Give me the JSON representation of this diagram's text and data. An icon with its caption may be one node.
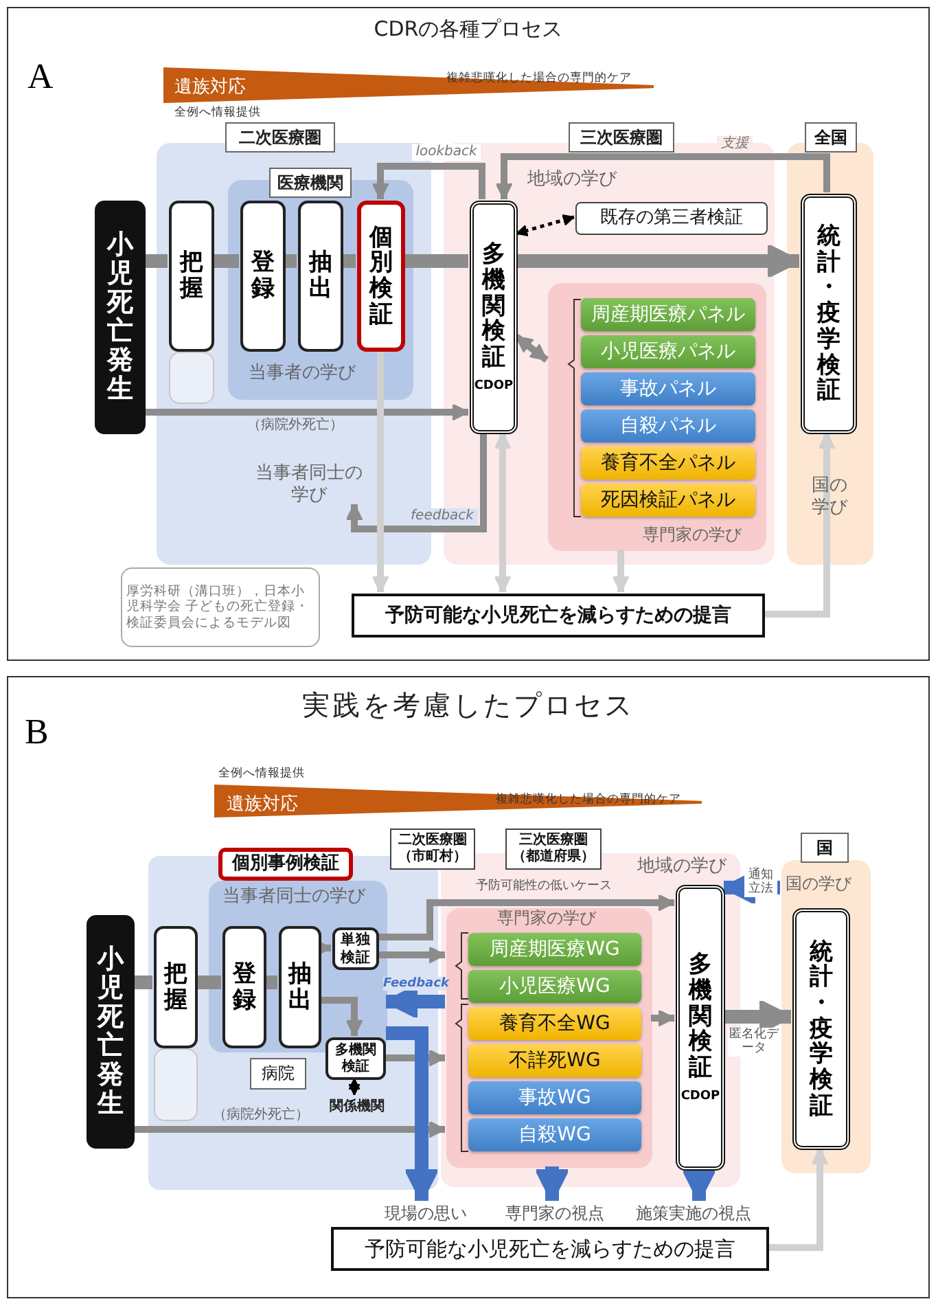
{
  "diagram": {
    "nodes": [
      {
        "text": [
          "CDRの各種プロセス",
          "A"
        ]
      },
      {
        "text": [
          "遺族対応",
          "複雑悲嘆化した場合の専門的ケア"
        ],
        "beside": [
          "全例へ情報提供"
        ],
        "in": 0
      },
      {
        "text": [
          "二次医療圏"
        ],
        "in": 0
      },
      {
        "text": [
          "医療機関",
          "当事者の学び"
        ],
        "in": 2
      },
      {
        "text": [
          "三次医療圏",
          "地域の学び"
        ],
        "in": 0
      },
      {
        "text": [
          "国の学び"
        ],
        "in": 0
      },
      {
        "text": [
          "小児死亡発生"
        ],
        "in": 0
      },
      {
        "text": [
          "把握"
        ],
        "in": 2
      },
      {
        "text": [
          "登録"
        ],
        "in": 3
      },
      {
        "text": [
          "抽出"
        ],
        "in": 3
      },
      {
        "text": [
          "個別検証"
        ],
        "in": 3
      },
      {
        "text": [
          "多機関検証",
          "CDOP"
        ],
        "in": 4
      },
      {
        "text": [
          "既存の第三者検証"
        ],
        "in": 4
      },
      {
        "text": [
          "統計・疫学検証"
        ],
        "in": 5
      },
      {
        "text": [
          "専門家の学び"
        ],
        "in": 4
      },
      {
        "text": [
          "周産期医療パネル"
        ],
        "in": 14
      },
      {
        "text": [
          "小児医療パネル"
        ],
        "in": 14
      },
      {
        "text": [
          "事故パネル"
        ],
        "in": 14
      },
      {
        "text": [
          "自殺パネル"
        ],
        "in": 14
      },
      {
        "text": [
          "養育不全パネル"
        ],
        "in": 14
      },
      {
        "text": [
          "死因検証パネル"
        ],
        "in": 14
      },
      {
        "text": [
          "当事者同士の学び"
        ],
        "in": 2
      },
      {
        "text": [
          "予防可能な小児死亡を減らすための提言"
        ],
        "in": 0
      },
      {
        "text": [
          "厚労科研（溝口班），日本小児科学会 子どもの死亡登録・検証委員会によるモデル図"
        ],
        "in": 0
      },
      {
        "text": [
          "実践を考慮したプロセス",
          "B"
        ]
      },
      {
        "text": [
          "遺族対応",
          "複雑悲嘆化した場合の専門的ケア"
        ],
        "beside": [
          "全例へ情報提供"
        ],
        "in": 24
      },
      {
        "text": [
          "二次医療圏（市町村）"
        ],
        "in": 24
      },
      {
        "text": [
          "三次医療圏（都道府県）"
        ],
        "in": 24
      },
      {
        "text": [
          "個別事例検証"
        ],
        "in": 24
      },
      {
        "text": [],
        "shape": "box",
        "in": 24
      },
      {
        "text": [
          "当事者同士の学び"
        ],
        "in": 29
      },
      {
        "text": [
          "国の学び"
        ],
        "in": 24
      },
      {
        "text": [
          "地域の学び"
        ],
        "in": 24
      },
      {
        "text": [
          "小児死亡発生"
        ],
        "in": 24
      },
      {
        "text": [
          "把握"
        ],
        "in": 29
      },
      {
        "text": [
          "登録"
        ],
        "in": 30
      },
      {
        "text": [
          "抽出"
        ],
        "in": 30
      },
      {
        "text": [
          "単独検証"
        ],
        "in": 30
      },
      {
        "text": [
          "多機関検証"
        ],
        "in": 29
      },
      {
        "text": [
          "病院"
        ],
        "in": 29
      },
      {
        "text": [
          "関係機関"
        ],
        "in": 29
      },
      {
        "text": [
          "専門家の学び"
        ],
        "in": 32
      },
      {
        "text": [
          "周産期医療WG"
        ],
        "in": 41
      },
      {
        "text": [
          "小児医療WG"
        ],
        "in": 41
      },
      {
        "text": [
          "養育不全WG"
        ],
        "in": 41
      },
      {
        "text": [
          "不詳死WG"
        ],
        "in": 41
      },
      {
        "text": [
          "事故WG"
        ],
        "in": 41
      },
      {
        "text": [
          "自殺WG"
        ],
        "in": 41
      },
      {
        "text": [
          "多機関検証",
          "CDOP"
        ],
        "in": 32
      },
      {
        "text": [
          "統計・疫学検証"
        ],
        "in": 31
      },
      {
        "text": [
          "現場の思い"
        ],
        "in": 24
      },
      {
        "text": [
          "専門家の視点"
        ],
        "in": 24
      },
      {
        "text": [
          "施策実施の視点"
        ],
        "in": 24
      },
      {
        "text": [
          "予防可能な小児死亡を減らすための提言"
        ],
        "in": 24
      },
      {
        "text": [
          "全国"
        ],
        "in": 0
      },
      {
        "text": [
          "国"
        ],
        "in": 24
      },
      {
        "text": [],
        "shape": "box",
        "in": 2
      },
      {
        "text": [],
        "shape": "box",
        "in": 29
      }
    ],
    "edges": [
      {
        "from": 6,
        "to": 7,
        "arrow": "none",
        "style": "thick"
      },
      {
        "from": 7,
        "to": 8,
        "arrow": "none",
        "style": "thick"
      },
      {
        "from": 8,
        "to": 9,
        "arrow": "none",
        "style": "thick"
      },
      {
        "from": 9,
        "to": 10,
        "arrow": "none",
        "style": "thick"
      },
      {
        "from": 10,
        "to": 11,
        "arrow": "none",
        "style": "thick"
      },
      {
        "from": 11,
        "to": 13,
        "arrow": "to",
        "style": "thick"
      },
      {
        "from": 6,
        "to": 11,
        "arrow": "to",
        "label": "（病院外死亡）"
      },
      {
        "from": 11,
        "to": 10,
        "arrow": "to",
        "label": "lookback"
      },
      {
        "from": 13,
        "to": 11,
        "arrow": "to",
        "label": "支援"
      },
      {
        "from": 11,
        "to": 12,
        "arrow": "both",
        "style": "dashed",
        "color": "#000000"
      },
      {
        "from": 11,
        "to": 14,
        "arrow": "both"
      },
      {
        "from": 11,
        "to": 21,
        "arrow": "to",
        "label": "feedback"
      },
      {
        "from": 10,
        "to": 22,
        "arrow": "to",
        "color": "#d0d0d0"
      },
      {
        "from": 11,
        "to": 22,
        "arrow": "both",
        "color": "#d0d0d0"
      },
      {
        "from": 14,
        "to": 22,
        "arrow": "to",
        "color": "#d0d0d0"
      },
      {
        "from": 22,
        "to": 13,
        "arrow": "to",
        "color": "#d0d0d0"
      },
      {
        "from": 33,
        "to": 34,
        "arrow": "none",
        "style": "thick"
      },
      {
        "from": 34,
        "to": 35,
        "arrow": "none",
        "style": "thick"
      },
      {
        "from": 35,
        "to": 36,
        "arrow": "none",
        "style": "thick"
      },
      {
        "from": 36,
        "to": 37,
        "arrow": "to"
      },
      {
        "from": 36,
        "to": 38,
        "arrow": "to"
      },
      {
        "from": 37,
        "to": 48,
        "arrow": "to",
        "label": "予防可能性の低いケース"
      },
      {
        "from": 37,
        "to": 41,
        "arrow": "to"
      },
      {
        "from": 38,
        "to": 41,
        "arrow": "to"
      },
      {
        "from": 38,
        "to": 40,
        "arrow": "both",
        "color": "#000000"
      },
      {
        "from": 33,
        "to": 41,
        "arrow": "to",
        "label": "（病院外死亡）"
      },
      {
        "from": 41,
        "to": 48,
        "arrow": "to"
      },
      {
        "from": 48,
        "to": 49,
        "arrow": "to",
        "style": "thick",
        "label": "匿名化データ"
      },
      {
        "from": 31,
        "to": 48,
        "arrow": "to",
        "style": "thick",
        "color": "#4472c4",
        "label": "通知立法"
      },
      {
        "from": 41,
        "to": 30,
        "arrow": "to",
        "style": "thick",
        "color": "#4472c4",
        "label": "Feedback"
      },
      {
        "from": 30,
        "to": 50,
        "arrow": "to",
        "style": "thick",
        "color": "#4472c4"
      },
      {
        "from": 41,
        "to": 51,
        "arrow": "to",
        "style": "thick",
        "color": "#4472c4"
      },
      {
        "from": 48,
        "to": 52,
        "arrow": "to",
        "style": "thick",
        "color": "#4472c4"
      },
      {
        "from": 53,
        "to": 49,
        "arrow": "to",
        "color": "#d0d0d0"
      }
    ]
  }
}
